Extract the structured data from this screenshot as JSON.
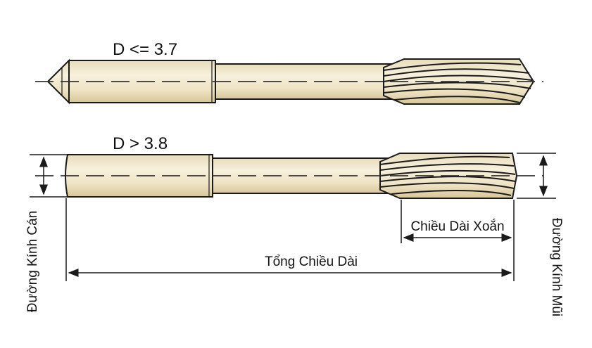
{
  "diagram": {
    "top_label": "D <= 3.7",
    "bottom_label": "D > 3.8",
    "shank_diameter_label": "Đường Kính Cán",
    "tip_diameter_label": "Đường Kính Mũi",
    "flute_length_label": "Chiều Dài Xoắn",
    "total_length_label": "Tổng Chiều Dài"
  },
  "colors": {
    "body_fill": "#f3e9cf",
    "body_shadow": "#d9c79c",
    "outline": "#1a1a1a",
    "centerline": "#333333"
  }
}
